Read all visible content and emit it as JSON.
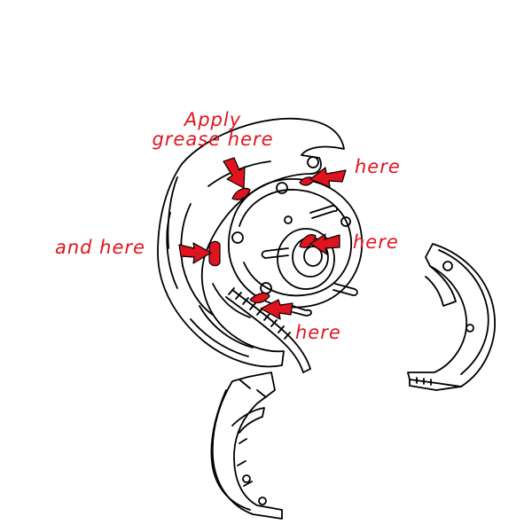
{
  "diagram": {
    "labels": {
      "apply_line1": "Apply",
      "apply_line2": "grease here",
      "here_1": "here",
      "here_2": "here",
      "here_3": "here",
      "and_here": "and here"
    },
    "colors": {
      "accent": "#e0141e",
      "line": "#000000",
      "background": "#ffffff"
    },
    "icons": [
      "grease-point-arrow-icon"
    ]
  }
}
